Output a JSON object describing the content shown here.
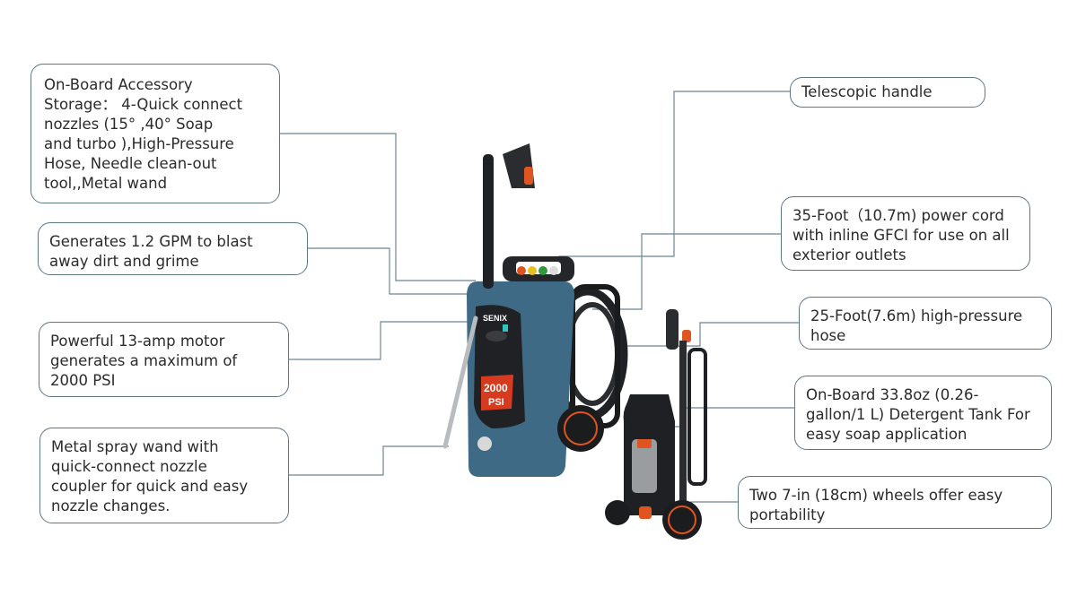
{
  "callouts": {
    "accessory_storage": "On-Board Accessory\nStorage：  4-Quick connect\nnozzles (15°  ,40°  Soap\nand turbo ),High-Pressure\nHose, Needle clean-out\ntool,,Metal  wand",
    "gpm": "Generates 1.2 GPM to blast\naway dirt and grime",
    "motor": "Powerful 13-amp motor\ngenerates a maximum of\n2000 PSI",
    "spray_wand": "Metal spray wand with\nquick-connect nozzle\ncoupler for quick and easy\nnozzle changes.",
    "telescopic_handle": "Telescopic handle",
    "power_cord": "35-Foot（10.7m) power cord\nwith inline GFCI for use on all\nexterior outlets",
    "hose": "25-Foot(7.6m) high-pressure\nhose",
    "detergent_tank": "On-Board 33.8oz (0.26-\ngallon/1 L) Detergent Tank For\neasy soap application",
    "wheels": "Two 7-in (18cm) wheels offer easy\nportability"
  },
  "product": {
    "brand": "SENIX",
    "psi_number": "2000",
    "psi_unit": "PSI",
    "colors": {
      "body_blue": "#3f6a86",
      "dark": "#1f2124",
      "accent_orange": "#e0541f",
      "badge_red": "#d63a1f"
    }
  }
}
